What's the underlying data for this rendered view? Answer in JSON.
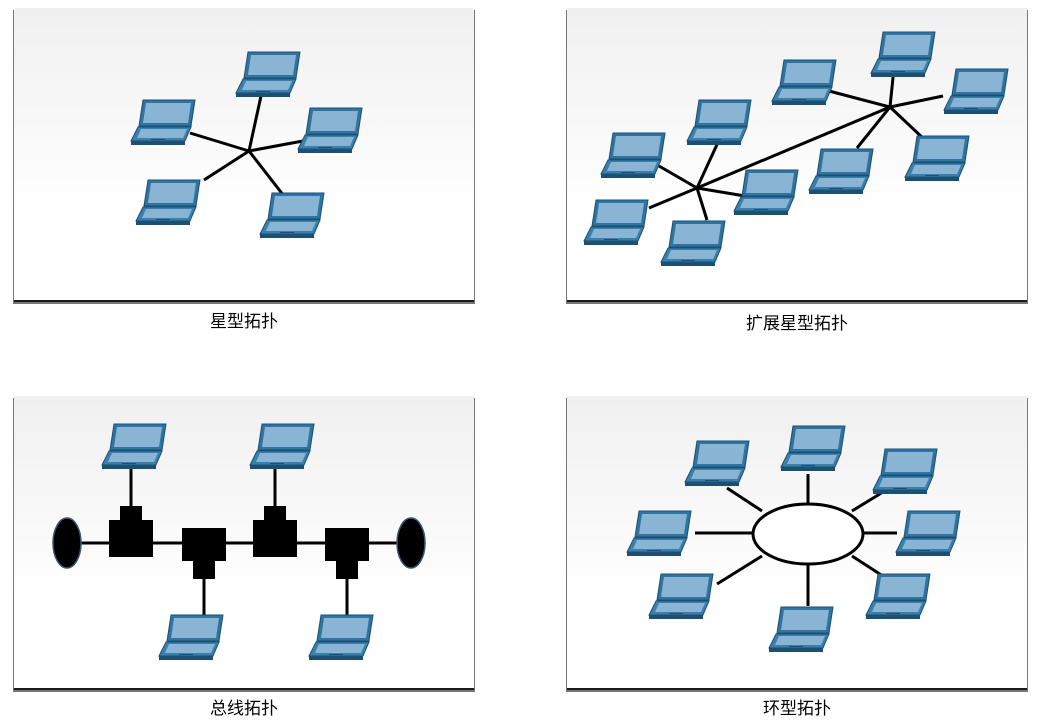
{
  "captions": {
    "star": "星型拓扑",
    "extended_star": "扩展星型拓扑",
    "bus": "总线拓扑",
    "ring": "环型拓扑"
  },
  "colors": {
    "laptop_screen": "#8ab4d4",
    "laptop_body": "#2f74a0",
    "laptop_dark": "#1d4f72",
    "link": "#000000",
    "node": "#000000"
  },
  "icons": [
    "laptop-icon"
  ]
}
